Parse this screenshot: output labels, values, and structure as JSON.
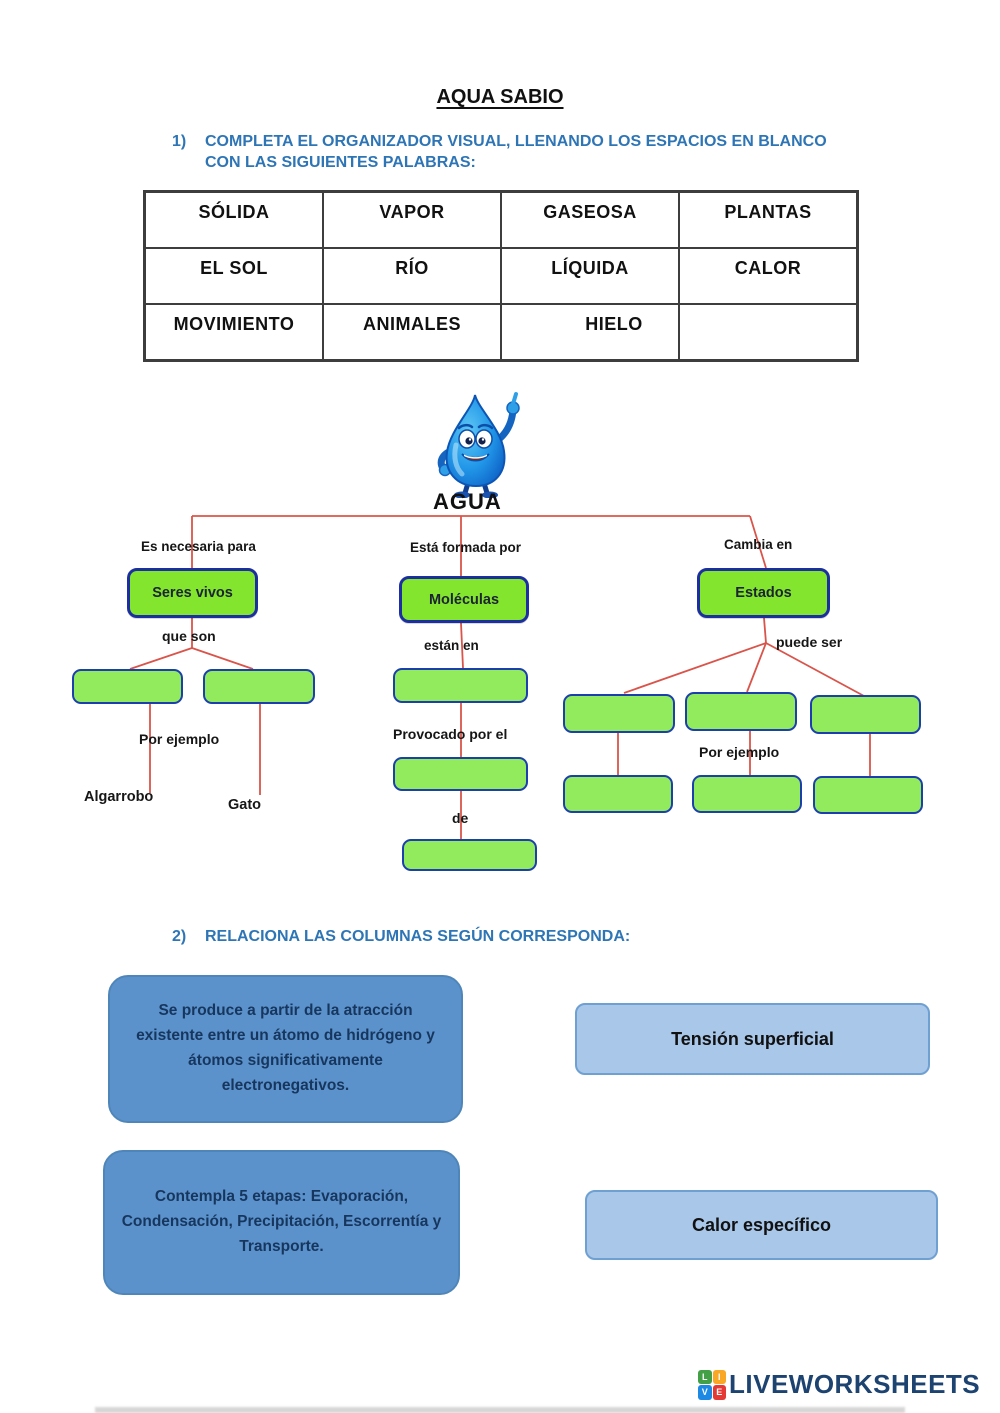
{
  "title": "AQUA SABIO",
  "q1": {
    "number": "1)",
    "text": "COMPLETA EL ORGANIZADOR VISUAL, LLENANDO LOS ESPACIOS EN BLANCO CON LAS SIGUIENTES PALABRAS:"
  },
  "word_bank": {
    "rows": [
      [
        "SÓLIDA",
        "VAPOR",
        "GASEOSA",
        "PLANTAS"
      ],
      [
        "EL SOL",
        "RÍO",
        "LÍQUIDA",
        "CALOR"
      ],
      [
        "MOVIMIENTO",
        "ANIMALES",
        "HIELO",
        ""
      ]
    ]
  },
  "map": {
    "root": "AGUA",
    "branch_living": {
      "edge": "Es necesaria para",
      "node": "Seres vivos",
      "edge2": "que  son",
      "edge3": "Por ejemplo",
      "examples": [
        "Algarrobo",
        "Gato"
      ]
    },
    "branch_molecules": {
      "edge": "Está formada por",
      "node": "Moléculas",
      "edge2": "están  en",
      "edge3": "Provocado por el",
      "edge4": "de"
    },
    "branch_states": {
      "edge": "Cambia en",
      "node": "Estados",
      "edge2": "puede ser",
      "edge3": "Por ejemplo"
    }
  },
  "q2": {
    "number": "2)",
    "text": "RELACIONA LAS COLUMNAS SEGÚN CORRESPONDA:",
    "left_items": [
      "Se produce a partir de la atracción existente entre un átomo de hidrógeno y átomos significativamente electronegativos.",
      "Contempla 5 etapas: Evaporación, Condensación, Precipitación, Escorrentía y Transporte."
    ],
    "right_items": [
      "Tensión superficial",
      "Calor específico"
    ]
  },
  "footer": {
    "logo_letters": [
      "L",
      "I",
      "V",
      "E"
    ],
    "brand": "LIVEWORKSHEETS"
  },
  "colors": {
    "heading_blue": "#2E75B6",
    "line_red": "#D9544A",
    "node_green": "#84E52F",
    "blank_green": "#92EB5C",
    "node_border_navy": "#1C3FAE",
    "desc_box_blue": "#5B92CC",
    "option_box_blue": "#A9C7E9",
    "brand_navy": "#1D4370"
  }
}
